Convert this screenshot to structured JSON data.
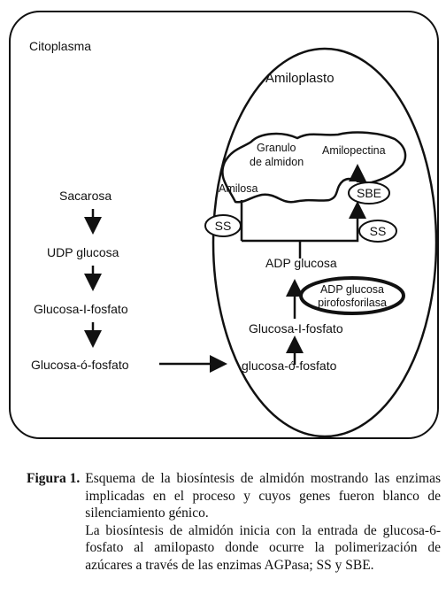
{
  "diagram": {
    "cytoplasm_label": "Citoplasma",
    "amyloplast_label": "Amiloplasto",
    "granule_label_line1": "Granulo",
    "granule_label_line2": "de almidon",
    "amylopectin_label": "Amilopectina",
    "amylose_label": "Amilosa",
    "ss_left_label": "SS",
    "ss_right_label": "SS",
    "sbe_label": "SBE",
    "adp_glucose_label": "ADP glucosa",
    "agpase_line1": "ADP glucosa",
    "agpase_line2": "pirofosforilasa",
    "glucose1p_plastid_label": "Glucosa-I-fosfato",
    "glucose6p_plastid_label": "glucosa-ó-fosfato",
    "sucrose_label": "Sacarosa",
    "udp_glucose_label": "UDP glucosa",
    "glucose1p_cyto_label": "Glucosa-I-fosfato",
    "glucose6p_cyto_label": "Glucosa-ó-fosfato"
  },
  "caption": {
    "label": "Figura 1.",
    "text_line1": "Esquema de la biosíntesis de almidón mostrando las enzimas implicadas en el proceso y cuyos genes fueron blanco de silenciamiento génico.",
    "text_line2": "La biosíntesis de almidón inicia con la entrada de glucosa-6-fosfato al amilopasto donde ocurre la polimerización de azúcares a través de las enzimas AGPasa; SS y SBE."
  }
}
